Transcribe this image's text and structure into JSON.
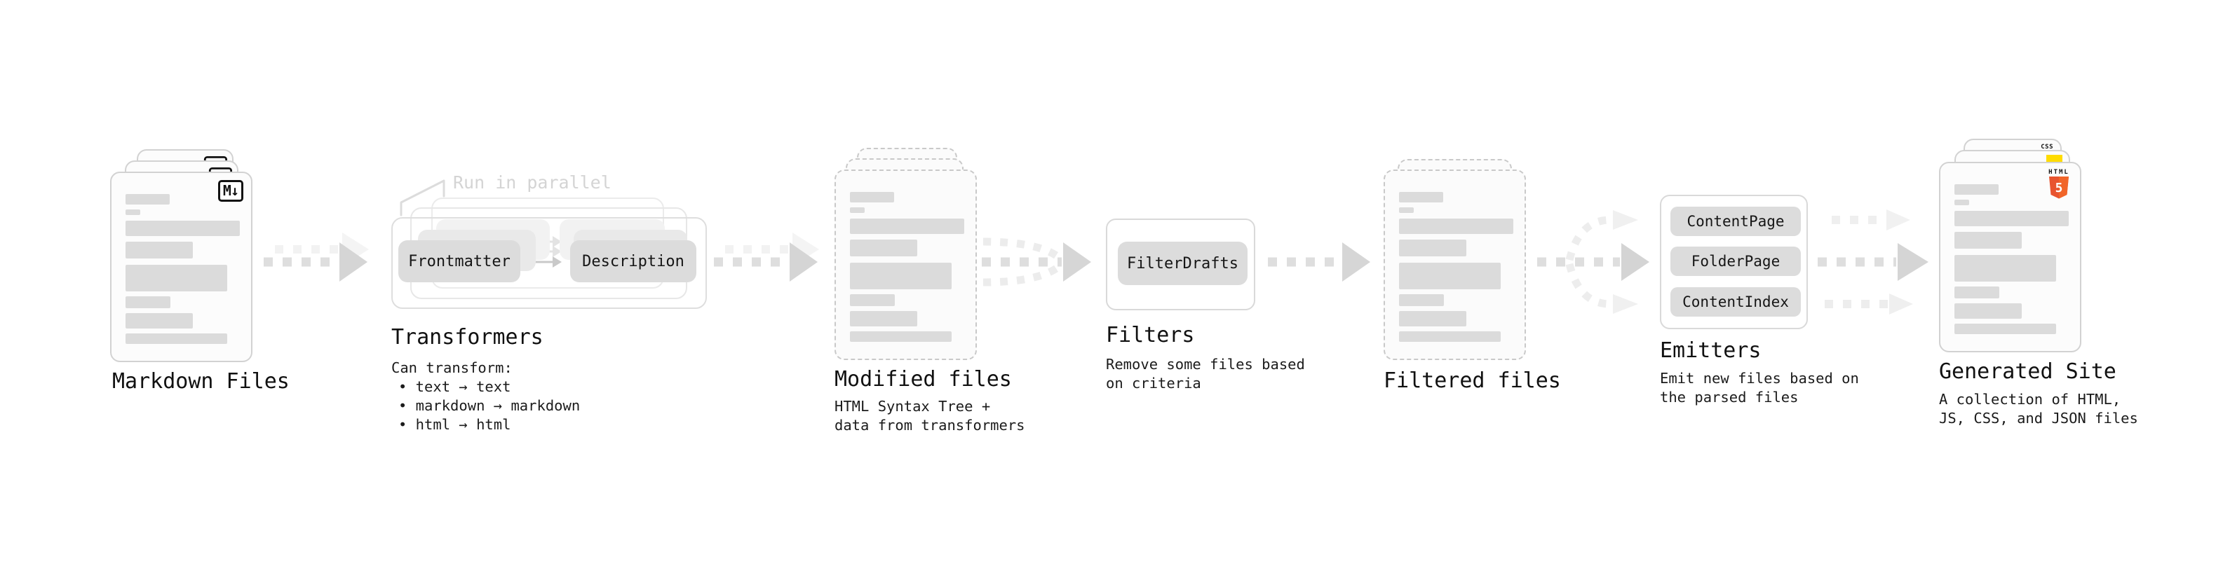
{
  "stages": {
    "markdown": {
      "label": "Markdown Files",
      "badge": "M↓"
    },
    "transformers": {
      "label": "Transformers",
      "callout": "Run in parallel",
      "pill_frontmatter": "Frontmatter",
      "pill_description": "Description",
      "desc_title": "Can transform:",
      "bullet_1": "• text → text",
      "bullet_2": "• markdown → markdown",
      "bullet_3": "• html → html"
    },
    "modified": {
      "label": "Modified files",
      "desc_1": "HTML Syntax Tree +",
      "desc_2": "data from transformers"
    },
    "filters": {
      "label": "Filters",
      "pill_filterdrafts": "FilterDrafts",
      "desc_1": "Remove some files based",
      "desc_2": "on criteria"
    },
    "filtered": {
      "label": "Filtered files"
    },
    "emitters": {
      "label": "Emitters",
      "pill_contentpage": "ContentPage",
      "pill_folderpage": "FolderPage",
      "pill_contentindex": "ContentIndex",
      "desc_1": "Emit new files based on",
      "desc_2": "the parsed files"
    },
    "generated": {
      "label": "Generated Site",
      "desc_1": "A collection of HTML,",
      "desc_2": "JS, CSS, and JSON files",
      "badge_css": "CSS",
      "badge_html_caption": "HTML",
      "badge_html_number": "5"
    }
  },
  "colors": {
    "html5_orange": "#e8542f",
    "js_yellow": "#ffdc00",
    "css_blue": "#2f6bf0"
  }
}
